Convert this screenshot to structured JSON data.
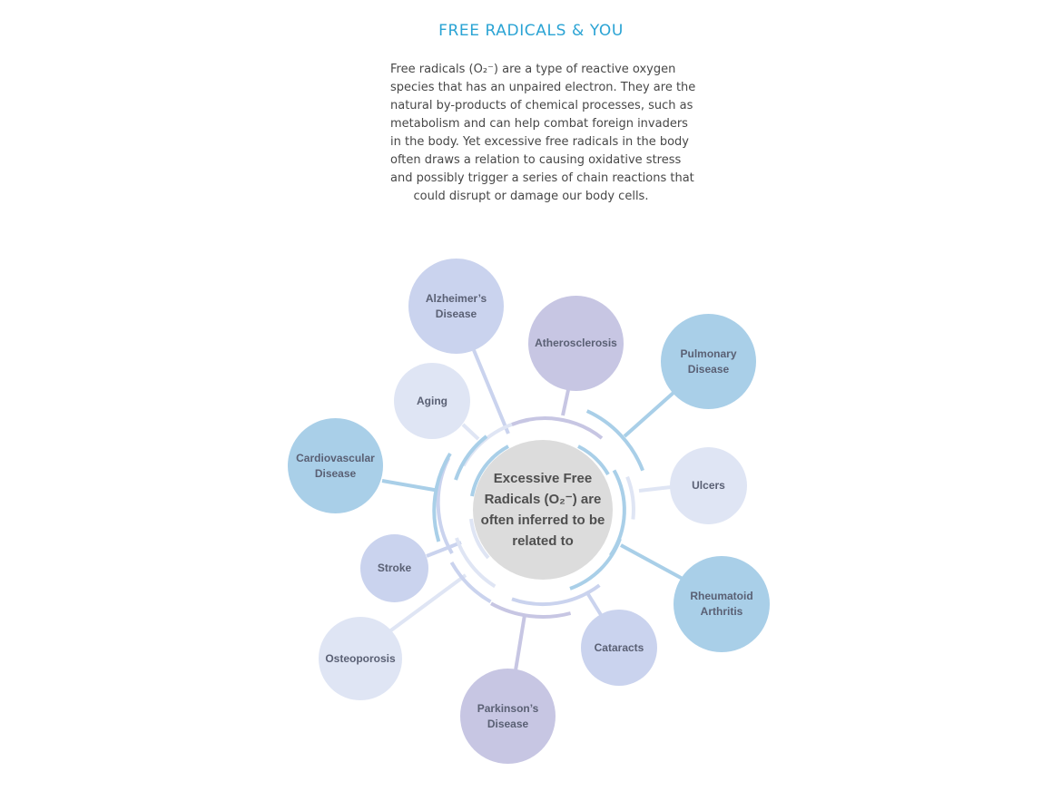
{
  "title": "FREE RADICALS & YOU",
  "intro_lines": [
    "Free radicals (O₂⁻) are a type of reactive oxygen",
    "species that has an unpaired electron. They are the",
    "natural by-products of chemical processes, such as",
    "metabolism and can help combat foreign invaders",
    "in the body. Yet excessive free radicals in the body",
    "often draws a relation to causing oxidative stress",
    "and possibly trigger a series of chain reactions that",
    "could disrupt or damage our body cells."
  ],
  "center_lines": [
    "Excessive Free",
    "Radicals (O₂⁻) are",
    "often inferred to be",
    "related to"
  ],
  "colors": {
    "title": "#2aa3d4",
    "center": "#dcdcdc",
    "lavender": "#c7c6e3",
    "periwinkle": "#cad3ee",
    "pale": "#dfe5f4",
    "sky": "#a9cfe8"
  },
  "nodes": {
    "alzheimers": {
      "lines": [
        "Alzheimer’s",
        "Disease"
      ],
      "color": "#cad3ee"
    },
    "atherosclerosis": {
      "lines": [
        "Atherosclerosis"
      ],
      "color": "#c7c6e3"
    },
    "pulmonary": {
      "lines": [
        "Pulmonary",
        "Disease"
      ],
      "color": "#a9cfe8"
    },
    "aging": {
      "lines": [
        "Aging"
      ],
      "color": "#dfe5f4"
    },
    "ulcers": {
      "lines": [
        "Ulcers"
      ],
      "color": "#dfe5f4"
    },
    "cardiovascular": {
      "lines": [
        "Cardiovascular",
        "Disease"
      ],
      "color": "#a9cfe8"
    },
    "stroke": {
      "lines": [
        "Stroke"
      ],
      "color": "#cad3ee"
    },
    "rheumatoid": {
      "lines": [
        "Rheumatoid",
        "Arthritis"
      ],
      "color": "#a9cfe8"
    },
    "cataracts": {
      "lines": [
        "Cataracts"
      ],
      "color": "#cad3ee"
    },
    "osteoporosis": {
      "lines": [
        "Osteoporosis"
      ],
      "color": "#dfe5f4"
    },
    "parkinsons": {
      "lines": [
        "Parkinson’s",
        "Disease"
      ],
      "color": "#c7c6e3"
    }
  }
}
